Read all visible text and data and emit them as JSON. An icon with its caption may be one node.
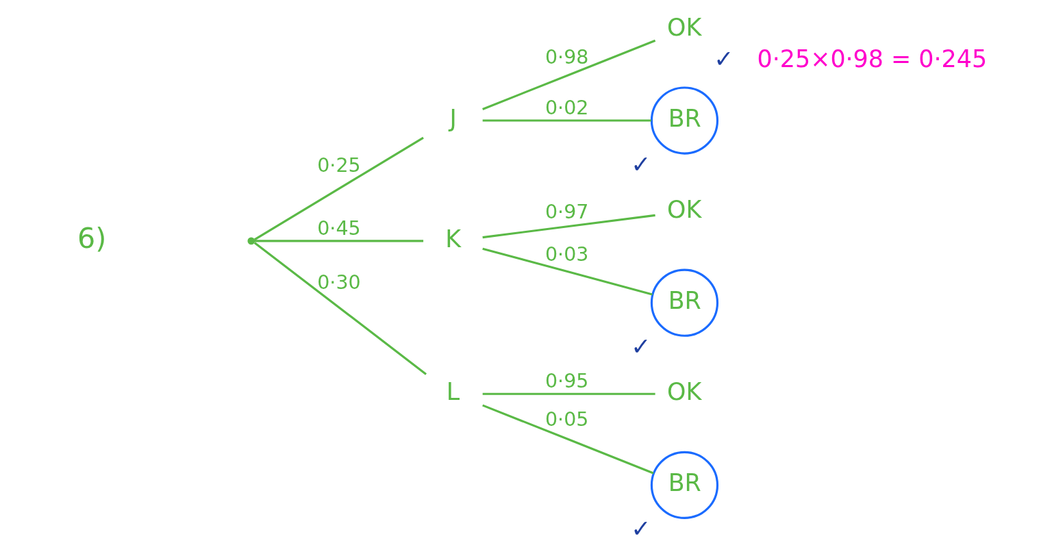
{
  "diagram": {
    "nodes": [
      {
        "text": [],
        "shape": "point"
      },
      {
        "text": [
          "J"
        ]
      },
      {
        "text": [
          "K"
        ]
      },
      {
        "text": [
          "L"
        ]
      },
      {
        "text": [
          "OK"
        ],
        "beside": [
          "✓",
          "0·25×0·98 = 0·245"
        ]
      },
      {
        "text": [
          "BR"
        ],
        "beside": [
          "✓"
        ]
      },
      {
        "text": [
          "OK"
        ]
      },
      {
        "text": [
          "BR"
        ],
        "beside": [
          "✓"
        ]
      },
      {
        "text": [
          "OK"
        ]
      },
      {
        "text": [
          "BR"
        ],
        "beside": [
          "✓"
        ]
      }
    ],
    "edges": [
      {
        "from": 0,
        "to": 1,
        "arrow": "none",
        "label": "0·25"
      },
      {
        "from": 0,
        "to": 2,
        "arrow": "none",
        "label": "0·45"
      },
      {
        "from": 0,
        "to": 3,
        "arrow": "none",
        "label": "0·30"
      },
      {
        "from": 1,
        "to": 4,
        "arrow": "none",
        "label": "0·98"
      },
      {
        "from": 1,
        "to": 5,
        "arrow": "none",
        "label": "0·02"
      },
      {
        "from": 2,
        "to": 6,
        "arrow": "none",
        "label": "0·97"
      },
      {
        "from": 2,
        "to": 7,
        "arrow": "none",
        "label": "0·03"
      },
      {
        "from": 3,
        "to": 8,
        "arrow": "none",
        "label": "0·95"
      },
      {
        "from": 3,
        "to": 9,
        "arrow": "none",
        "label": "0·05"
      }
    ],
    "labels": [
      "6)"
    ]
  }
}
